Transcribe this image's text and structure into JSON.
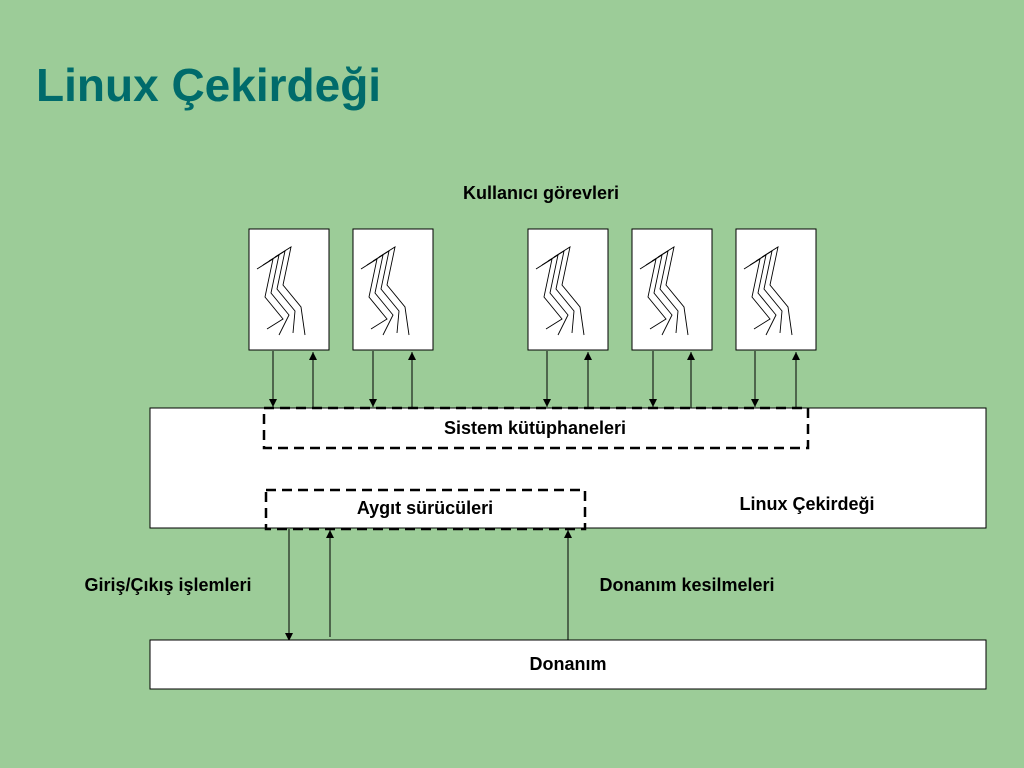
{
  "slide": {
    "title": "Linux Çekirdeği"
  },
  "diagram": {
    "user_tasks_label": "Kullanıcı görevleri",
    "system_libraries_label": "Sistem kütüphaneleri",
    "device_drivers_label": "Aygıt sürücüleri",
    "kernel_label": "Linux Çekirdeği",
    "io_operations_label": "Giriş/Çıkış işlemleri",
    "hardware_interrupts_label": "Donanım kesilmeleri",
    "hardware_label": "Donanım",
    "task_count": 5
  },
  "colors": {
    "background": "#9ccc98",
    "title": "#006b6b",
    "box_fill": "#ffffff",
    "stroke": "#000000"
  }
}
